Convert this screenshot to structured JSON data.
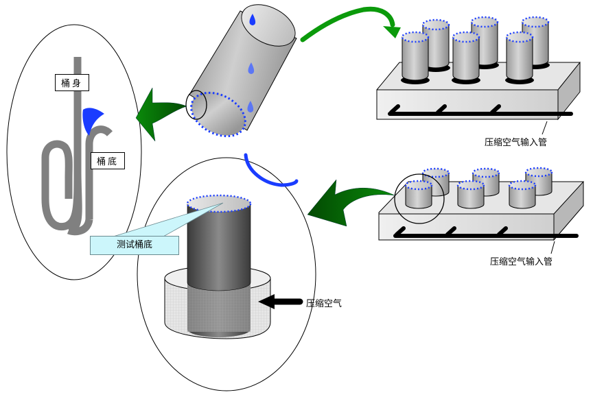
{
  "diagram": {
    "labels": {
      "bucket_body": "桶身",
      "bucket_bottom": "桶底",
      "test_bottom": "测试桶底",
      "compressed_air": "压缩空气",
      "air_inlet_pipe_top": "压缩空气输入管",
      "air_inlet_pipe_bottom": "压缩空气输入管"
    },
    "colors": {
      "seam_blue": "#1a3cff",
      "arrow_green": "#0b8a0b",
      "cylinder_gray": "#b8b8b8",
      "callout_fill": "#ccf6fb"
    }
  }
}
